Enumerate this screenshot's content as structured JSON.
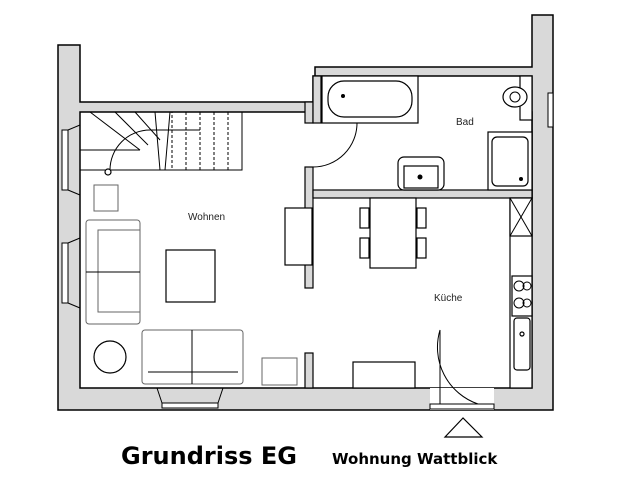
{
  "plan": {
    "rooms": {
      "living": "Wohnen",
      "bath": "Bad",
      "kitchen": "Küche"
    },
    "entrance_marker": "triangle-icon"
  },
  "caption": {
    "title": "Grundriss EG",
    "subtitle": "Wohnung Wattblick"
  }
}
